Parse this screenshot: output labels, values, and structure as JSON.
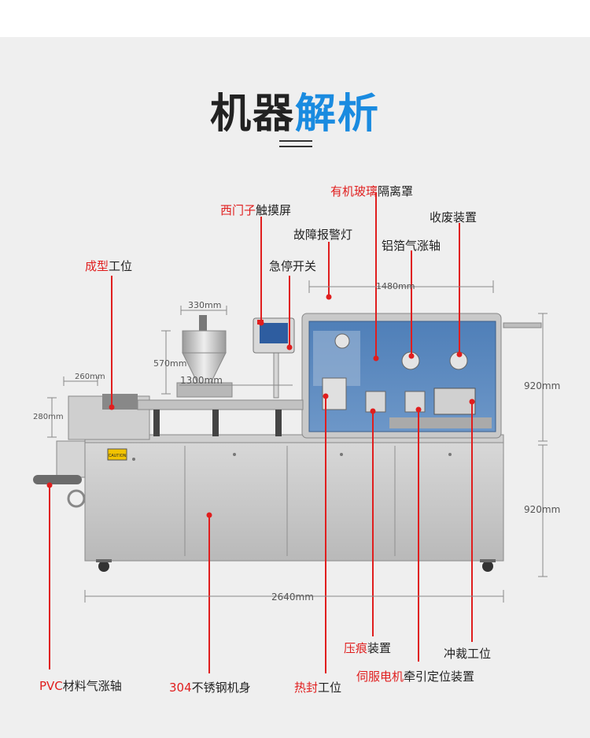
{
  "title": {
    "part1": "机器",
    "part2": "解析"
  },
  "colors": {
    "accent_red": "#e01e1e",
    "accent_blue": "#1a8be0",
    "background": "#efefef"
  },
  "labels": {
    "touchscreen": {
      "highlight": "西门子",
      "rest": "触摸屏"
    },
    "plexiglass": {
      "highlight": "有机玻璃",
      "rest": "隔离罩"
    },
    "waste": {
      "highlight": "",
      "rest": "收废装置"
    },
    "alarm": {
      "highlight": "",
      "rest": "故障报警灯"
    },
    "foil": {
      "highlight": "",
      "rest": "铝箔气涨轴"
    },
    "forming": {
      "highlight": "成型",
      "rest": "工位"
    },
    "estop": {
      "highlight": "",
      "rest": "急停开关"
    },
    "indent": {
      "highlight": "压痕",
      "rest": "装置"
    },
    "punch": {
      "highlight": "",
      "rest": "冲裁工位"
    },
    "pvc": {
      "highlight": "PVC",
      "rest": "材料气涨轴"
    },
    "body304": {
      "highlight": "304",
      "rest": "不锈钢机身"
    },
    "heatseal": {
      "highlight": "热封",
      "rest": "工位"
    },
    "servo": {
      "highlight": "伺服电机",
      "rest": "牵引定位装置"
    }
  },
  "dimensions": {
    "d1480": "1480mm",
    "d330": "330mm",
    "d570": "570mm",
    "d1300": "1300mm",
    "d260": "260mm",
    "d280": "280mm",
    "d920_top": "920mm",
    "d920_bottom": "920mm",
    "d2640": "2640mm"
  },
  "machine": {
    "caution_text": "CAUTION"
  }
}
